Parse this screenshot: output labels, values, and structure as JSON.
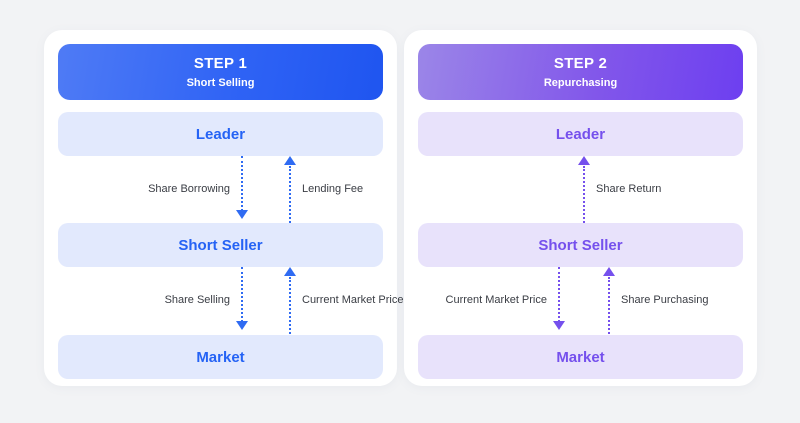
{
  "page": {
    "background_color": "#f2f3f5",
    "accent_blue": "#2563f5",
    "accent_purple": "#7550ed"
  },
  "steps": [
    {
      "id": "step-1",
      "title": "STEP 1",
      "subtitle": "Short Selling",
      "theme": "blue",
      "header_gradient": [
        "#4f7bf5",
        "#1f55f0"
      ],
      "band_fill": "#e2e9fd",
      "band_text_color": "#2563f5",
      "arrow_color": "#2f6bf2",
      "entities": [
        {
          "label": "Leader"
        },
        {
          "label": "Short Seller"
        },
        {
          "label": "Market"
        }
      ],
      "flows_upper": [
        {
          "label": "Share Borrowing",
          "direction": "down",
          "side": "left"
        },
        {
          "label": "Lending Fee",
          "direction": "up",
          "side": "right"
        }
      ],
      "flows_lower": [
        {
          "label": "Share Selling",
          "direction": "down",
          "side": "left"
        },
        {
          "label": "Current Market Price",
          "direction": "up",
          "side": "right"
        }
      ]
    },
    {
      "id": "step-2",
      "title": "STEP 2",
      "subtitle": "Repurchasing",
      "theme": "purple",
      "header_gradient": [
        "#9b86e8",
        "#6d3ff0"
      ],
      "band_fill": "#e8e2fb",
      "band_text_color": "#7550ed",
      "arrow_color": "#7550ed",
      "entities": [
        {
          "label": "Leader"
        },
        {
          "label": "Short Seller"
        },
        {
          "label": "Market"
        }
      ],
      "flows_upper": [
        {
          "label": "Share Return",
          "direction": "up",
          "side": "right"
        }
      ],
      "flows_lower": [
        {
          "label": "Current Market Price",
          "direction": "down",
          "side": "left"
        },
        {
          "label": "Share Purchasing",
          "direction": "up",
          "side": "right"
        }
      ]
    }
  ]
}
